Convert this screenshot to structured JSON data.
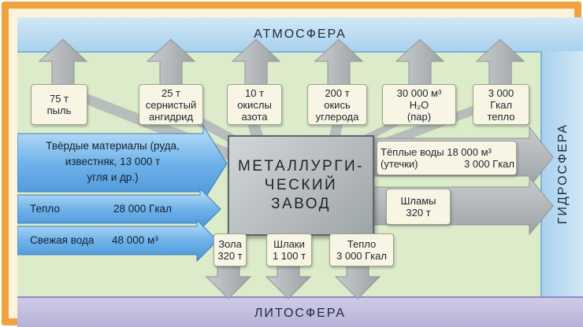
{
  "zones": {
    "atmosphere": "АТМОСФЕРА",
    "lithosphere": "ЛИТОСФЕРА",
    "hydrosphere": "ГИДРОСФЕРА"
  },
  "plant": {
    "line1": "МЕТАЛЛУРГИ-",
    "line2": "ЧЕСКИЙ",
    "line3": "ЗАВОД"
  },
  "emissions_air": [
    {
      "line1": "75 т",
      "line2": "пыль",
      "line3": ""
    },
    {
      "line1": "25 т",
      "line2": "сернистый",
      "line3": "ангидрид"
    },
    {
      "line1": "10 т",
      "line2": "окислы",
      "line3": "азота"
    },
    {
      "line1": "200 т",
      "line2": "окись",
      "line3": "углерода"
    },
    {
      "line1": "30 000 м³",
      "line2": "H₂O",
      "line3": "(пар)"
    },
    {
      "line1": "3 000",
      "line2": "Гкал",
      "line3": "тепло"
    }
  ],
  "inputs": {
    "solids": {
      "line1": "Твёрдые материалы (руда,",
      "line2": "известняк, 13 000 т",
      "line3": "угля и др.)"
    },
    "heat": {
      "label": "Тепло",
      "value": "28 000 Гкал"
    },
    "water": {
      "label": "Свежая вода",
      "value": "48 000 м³"
    }
  },
  "outputs_water": {
    "warm_water": {
      "line1": "Тёплые воды 18 000 м³",
      "label": "(утечки)",
      "value": "3 000 Гкал"
    },
    "sludge": {
      "line1": "Шламы",
      "line2": "320 т"
    }
  },
  "outputs_ground": [
    {
      "line1": "Зола",
      "line2": "320 т"
    },
    {
      "line1": "Шлаки",
      "line2": "1 100 т"
    },
    {
      "line1": "Тепло",
      "line2": "3 000 Гкал"
    }
  ],
  "colors": {
    "frame": "#f2a23e",
    "background": "#dcebc9",
    "arrow": "#b4b8ba",
    "input_arrow": "#6aaee6",
    "plant": "#aab0b3"
  }
}
